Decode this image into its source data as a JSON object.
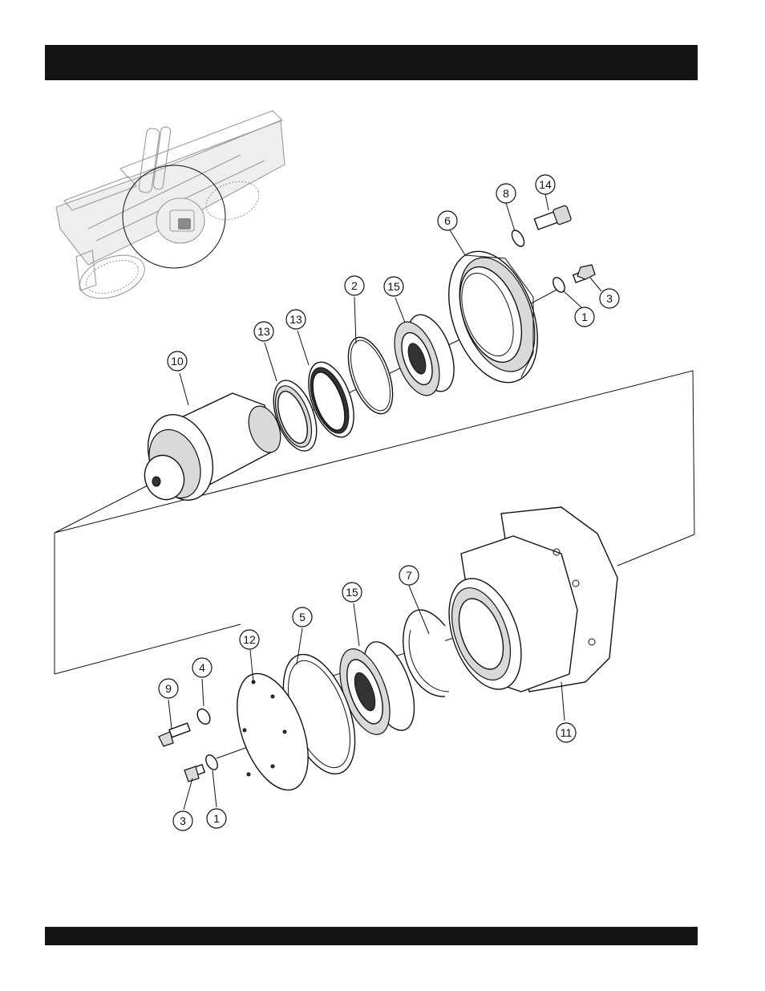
{
  "header_bar": {
    "color": "#141414"
  },
  "footer_bar": {
    "color": "#141414"
  },
  "callouts": [
    {
      "id": "c8",
      "label": "8"
    },
    {
      "id": "c14",
      "label": "14"
    },
    {
      "id": "c6",
      "label": "6"
    },
    {
      "id": "c3a",
      "label": "3"
    },
    {
      "id": "c1a",
      "label": "1"
    },
    {
      "id": "c2",
      "label": "2"
    },
    {
      "id": "c15a",
      "label": "15"
    },
    {
      "id": "c13a",
      "label": "13"
    },
    {
      "id": "c13b",
      "label": "13"
    },
    {
      "id": "c10",
      "label": "10"
    },
    {
      "id": "c7",
      "label": "7"
    },
    {
      "id": "c15b",
      "label": "15"
    },
    {
      "id": "c5",
      "label": "5"
    },
    {
      "id": "c12",
      "label": "12"
    },
    {
      "id": "c4",
      "label": "4"
    },
    {
      "id": "c9",
      "label": "9"
    },
    {
      "id": "c11",
      "label": "11"
    },
    {
      "id": "c3b",
      "label": "3"
    },
    {
      "id": "c1b",
      "label": "1"
    }
  ]
}
